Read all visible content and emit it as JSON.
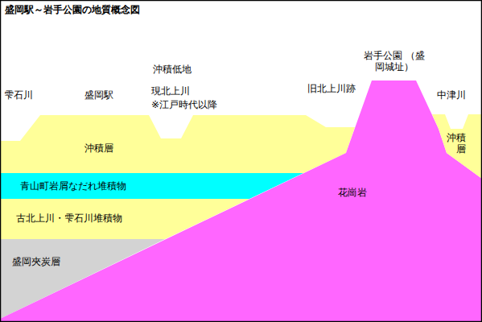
{
  "diagram": {
    "title": "盛岡駅～岩手公園の地質概念図",
    "nodes": [
      {
        "text": [
          "沖積層"
        ]
      },
      {
        "text": [
          "青山町岩屑なだれ堆積物"
        ]
      },
      {
        "text": [
          "古北上川・雫石川堆積物"
        ]
      },
      {
        "text": [
          "盛岡夾炭層"
        ]
      },
      {
        "text": [
          "花崗岩"
        ]
      },
      {
        "text": [
          "沖積層"
        ]
      }
    ],
    "labels": [
      "雫石川",
      "盛岡駅",
      "沖積低地",
      "現北上川",
      "※江戸時代以降",
      "旧北上川跡",
      "岩手公園 （盛岡城址）",
      "中津川"
    ]
  }
}
